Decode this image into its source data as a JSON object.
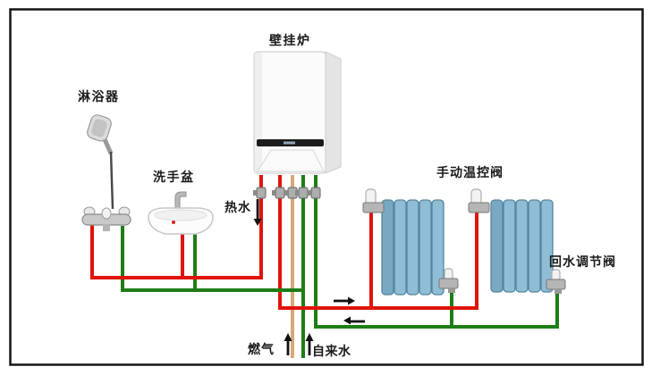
{
  "labels": {
    "boiler": "壁挂炉",
    "shower": "淋浴器",
    "sink": "洗手盆",
    "hot_water": "热水",
    "gas": "燃气",
    "tap_water": "自来水",
    "manual_thermostat_valve": "手动温控阀",
    "return_regulating_valve": "回水调节阀"
  },
  "colors": {
    "hot_water_pipe": "#e0140a",
    "heating_supply_pipe": "#e0140a",
    "tap_water_pipe": "#1e7d15",
    "heating_return_pipe": "#1e7d15",
    "gas_pipe": "#d7a878",
    "radiator_fill": "#8fbdd6",
    "radiator_edge": "#55849f",
    "arrow": "#111111",
    "frame": "#141414"
  }
}
